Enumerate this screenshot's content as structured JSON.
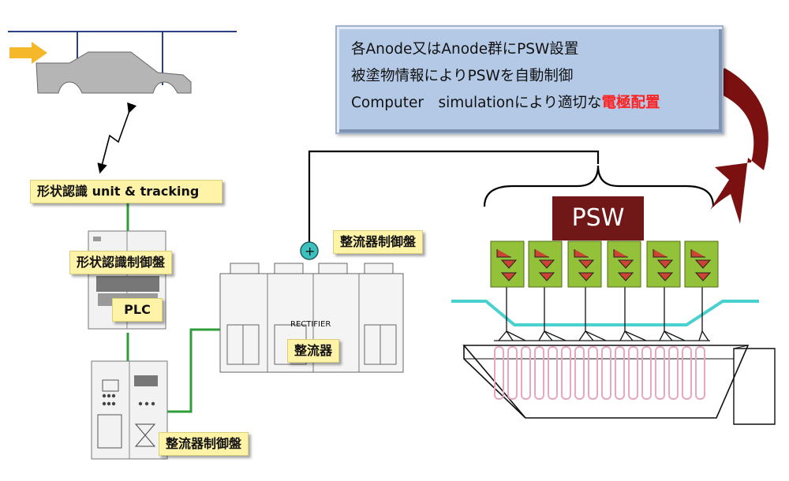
{
  "info_box": {
    "line1": "各Anode又はAnode群にPSW設置",
    "line2": "被塗物情報によりPSWを自動制御",
    "line3_normal": "Computer　simulationにより適切な",
    "line3_emphasis": "電極配置",
    "emphasis_color": "#ff2020"
  },
  "labels": {
    "shape_recognition_unit": "形状認識 unit & tracking",
    "shape_recognition_panel": "形状認識制御盤",
    "plc": "PLC",
    "rectifier_panel_top": "整流器制御盤",
    "rectifier": "整流器",
    "rectifier_nameplate": "RECTIFIER",
    "rectifier_panel_bottom": "整流器制御盤",
    "psw": "PSW"
  },
  "symbols": {
    "positive_terminal": "+"
  },
  "colors": {
    "label_fill": "#fff3a8",
    "info_box_fill": "#b4c9e6",
    "psw_fill": "#701818",
    "switch_module_fill": "#94c13a",
    "conveyor_line": "#2c3e86",
    "arrow_orange": "#f4b82a",
    "green_signal_line": "#2e9c3a",
    "cyan_liquid_line": "#49d1cf",
    "terminal_fill": "#3ec1be",
    "curved_arrow": "#7a1010",
    "anode_pink": "#e7a8bd"
  },
  "icons": [
    "orange-arrow-icon",
    "car-body-icon",
    "lightning-signal-icon",
    "positive-terminal-icon",
    "diode-switch-icon",
    "curved-arrow-icon"
  ]
}
